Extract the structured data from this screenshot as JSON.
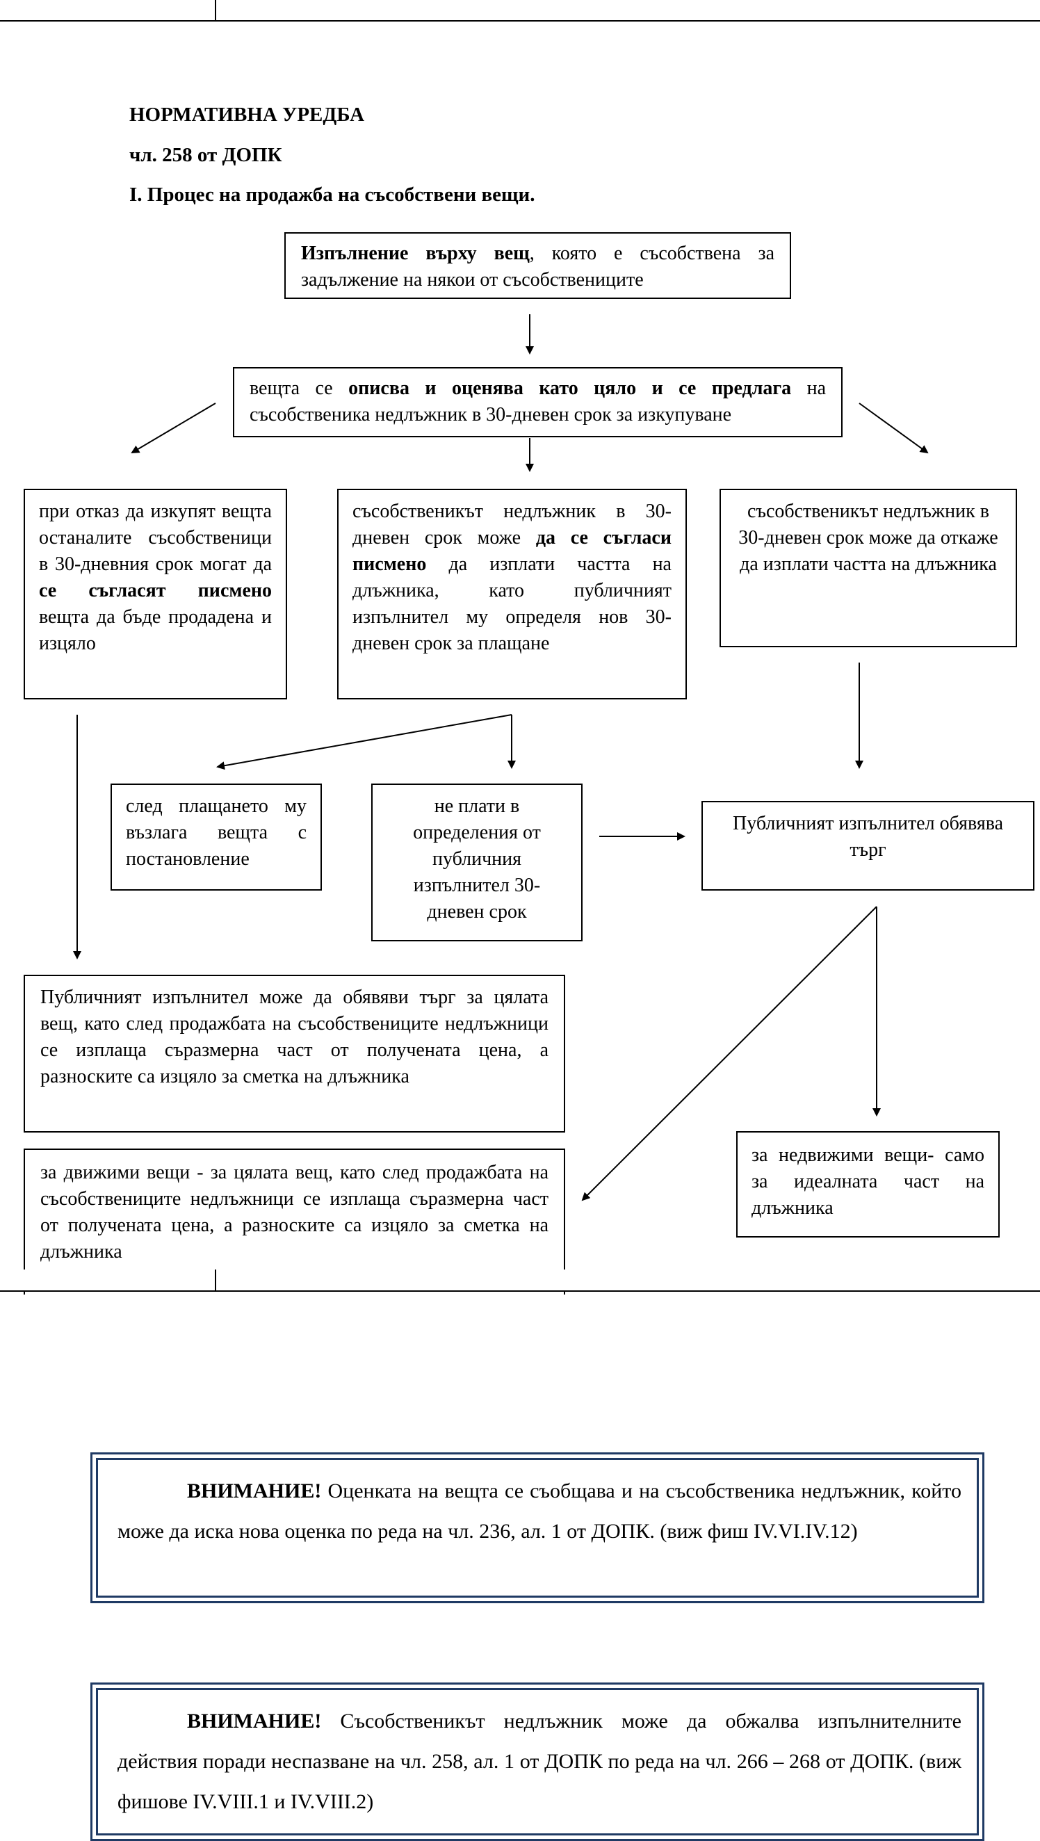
{
  "heading": {
    "title": "НОРМАТИВНА УРЕДБА",
    "article": "чл. 258 от ДОПК",
    "section": "I. Процес на продажба на съсобствени вещи."
  },
  "flow": {
    "box1": {
      "bold": "Изпълнение върху вещ",
      "text": ", която е съсобствена за задължение на някои от съсобствениците"
    },
    "box2": {
      "pre": "вещта се ",
      "bold": "описва и оценява като цяло и се предлага",
      "post": " на съсобственика недлъжник в 30-дневен срок за изкупуване"
    },
    "left": {
      "pre": "при отказ да изкупят вещта останалите съсобственици в 30-дневния срок могат да ",
      "bold": "се съгласят писмено",
      "post": " вещта да бъде продадена и изцяло"
    },
    "middle": {
      "pre": "съсобственикът недлъжник в 30-дневен срок може ",
      "bold": "да се съгласи писмено",
      "post": " да изплати частта на длъжника, като публичният изпълнител му определя нов 30-дневен срок за плащане"
    },
    "right": "съсобственикът недлъжник в 30-дневен срок може да откаже да изплати частта на длъжника",
    "after_payment": "след плащането му възлага вещта с постановление",
    "not_paid": "не плати в определения от публичния изпълнител 30-дневен срок",
    "auction": "Публичният изпълнител обявява търг",
    "whole_auction": "Публичният изпълнител може да обявяви търг за цялата вещ, като след продажбата на съсобствениците недлъжници се изплаща съразмерна част от получената цена, а разноските са изцяло за сметка на длъжника",
    "movables": "за движими вещи - за цялата вещ, като след продажбата на съсобствениците недлъжници се изплаща съразмерна част от получената цена, а разноските са изцяло за сметка на длъжника",
    "immovables": "за недвижими вещи- само за идеалната част на длъжника"
  },
  "warnings": [
    {
      "label": "ВНИМАНИЕ!",
      "text": " Оценката на вещта се съобщава и на съсобственика недлъжник, който може да иска нова оценка по реда на чл. 236, ал. 1 от ДОПК. (виж фиш IV.VI.IV.12)"
    },
    {
      "label": "ВНИМАНИЕ!",
      "text": " Съсобственикът недлъжник може да обжалва изпълнителните действия поради неспазване на чл. 258, ал. 1 от ДОПК по реда на чл. 266 – 268 от ДОПК. (виж фишове IV.VIII.1 и IV.VIII.2)"
    }
  ],
  "colors": {
    "border_blue": "#1f3a64",
    "text": "#000000"
  }
}
